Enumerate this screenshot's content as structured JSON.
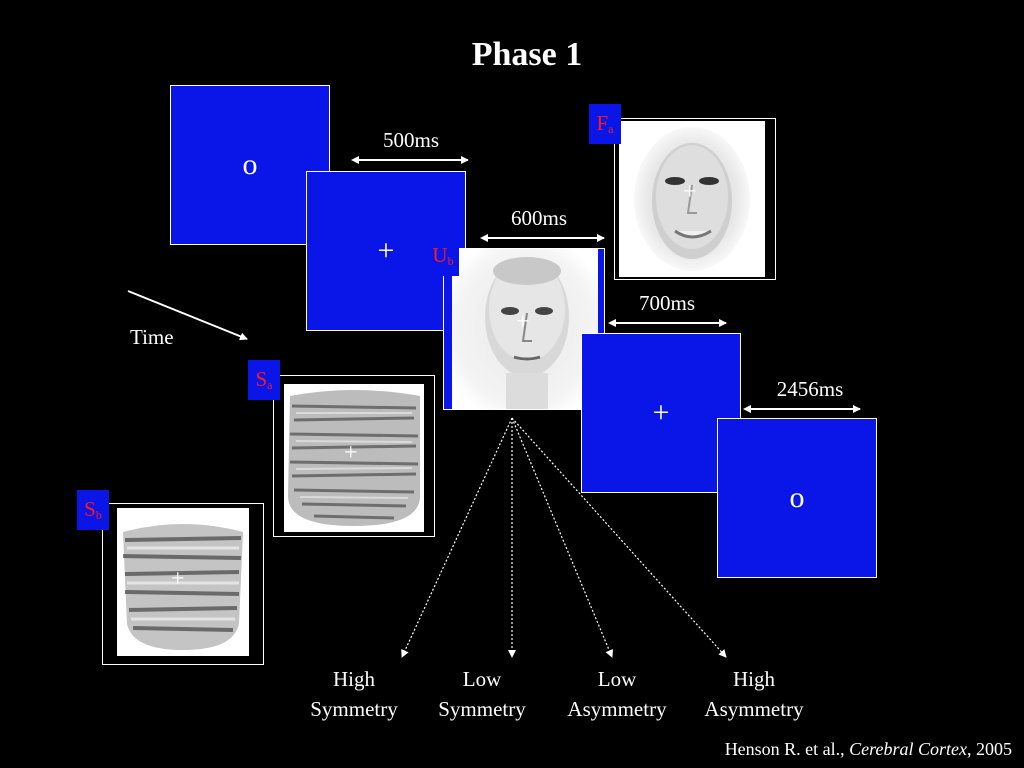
{
  "title": "Phase 1",
  "screens": {
    "screen1": "o",
    "screen2": "+",
    "screen3": "+",
    "screen4": "o"
  },
  "durations": {
    "d1": "500ms",
    "d2": "600ms",
    "d3": "700ms",
    "d4": "2456ms"
  },
  "time_label": "Time",
  "tags": {
    "fa": {
      "letter": "F",
      "sub": "a"
    },
    "ub": {
      "letter": "U",
      "sub": "b"
    },
    "sa": {
      "letter": "S",
      "sub": "a"
    },
    "sb": {
      "letter": "S",
      "sub": "b"
    }
  },
  "categories": [
    {
      "line1": "High",
      "line2": "Symmetry"
    },
    {
      "line1": "Low",
      "line2": "Symmetry"
    },
    {
      "line1": "Low",
      "line2": "Asymmetry"
    },
    {
      "line1": "High",
      "line2": "Asymmetry"
    }
  ],
  "citation": {
    "authors": "Henson R. et al., ",
    "journal": "Cerebral Cortex",
    "year": ", 2005"
  },
  "colors": {
    "screen_blue": "#0a16e8",
    "tag_text": "#ff1a1a",
    "background": "#000000"
  }
}
